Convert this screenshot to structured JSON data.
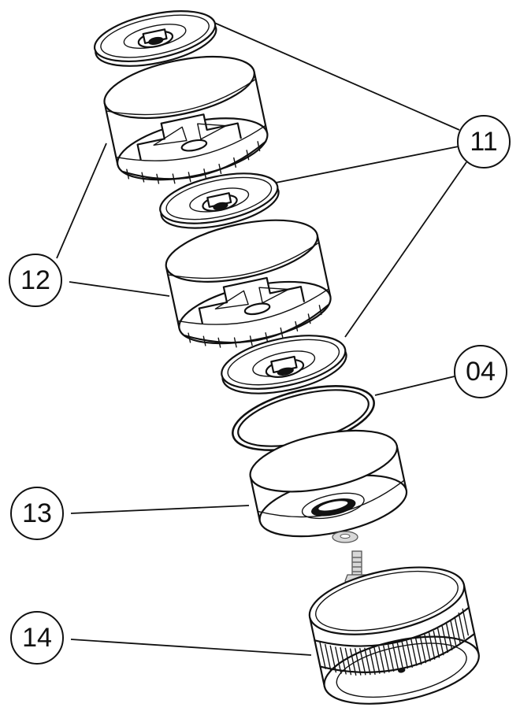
{
  "callouts": {
    "c11": "11",
    "c12": "12",
    "c04": "04",
    "c13": "13",
    "c14": "14"
  }
}
